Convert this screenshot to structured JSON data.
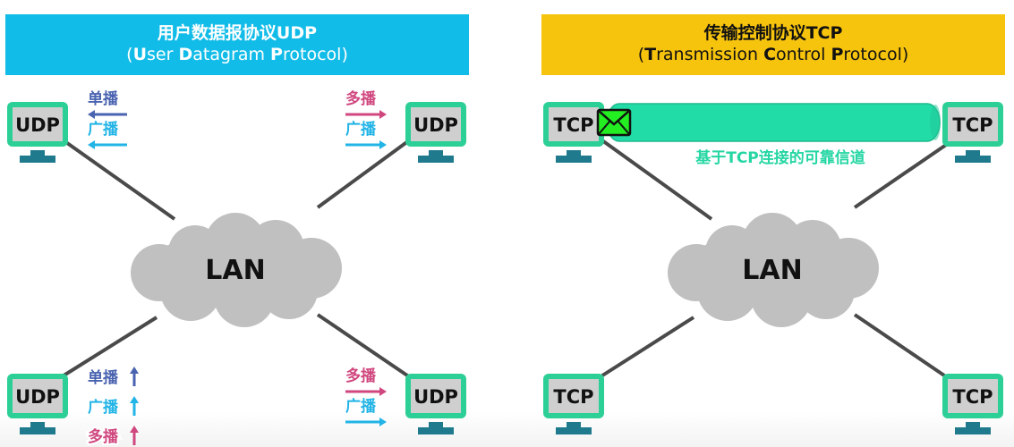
{
  "udp_panel": {
    "title_zh": "用户数据报协议UDP",
    "title_en_parts": [
      {
        "bold": "U",
        "rest": "ser "
      },
      {
        "bold": "D",
        "rest": "atagram "
      },
      {
        "bold": "P",
        "rest": "rotocol"
      }
    ],
    "cloud_label": "LAN",
    "hosts": {
      "top_left": {
        "label": "UDP",
        "casts": [
          {
            "text": "单播",
            "arrow": "left",
            "color": "#4a63b0"
          },
          {
            "text": "广播",
            "arrow": "left",
            "color": "#22b4e6"
          }
        ]
      },
      "top_right": {
        "label": "UDP",
        "casts": [
          {
            "text": "多播",
            "arrow": "right",
            "color": "#d0477f"
          },
          {
            "text": "广播",
            "arrow": "right",
            "color": "#22b4e6"
          }
        ]
      },
      "bottom_left": {
        "label": "UDP",
        "casts": [
          {
            "text": "单播",
            "arrow": "up",
            "color": "#4a63b0"
          },
          {
            "text": "广播",
            "arrow": "up",
            "color": "#22b4e6"
          },
          {
            "text": "多播",
            "arrow": "up",
            "color": "#d0477f"
          }
        ]
      },
      "bottom_right": {
        "label": "UDP",
        "casts": [
          {
            "text": "多播",
            "arrow": "right",
            "color": "#d0477f"
          },
          {
            "text": "广播",
            "arrow": "right",
            "color": "#22b4e6"
          }
        ]
      }
    }
  },
  "tcp_panel": {
    "title_zh": "传输控制协议TCP",
    "title_en_parts": [
      {
        "bold": "T",
        "rest": "ransmission "
      },
      {
        "bold": "C",
        "rest": "ontrol "
      },
      {
        "bold": "P",
        "rest": "rotocol"
      }
    ],
    "cloud_label": "LAN",
    "channel_label": "基于TCP连接的可靠信道",
    "hosts": {
      "top_left": {
        "label": "TCP"
      },
      "top_right": {
        "label": "TCP"
      },
      "bottom_left": {
        "label": "TCP"
      },
      "bottom_right": {
        "label": "TCP"
      }
    }
  },
  "colors": {
    "udp_header": "#12bce8",
    "tcp_header": "#f6c30d",
    "monitor_frame": "#2ccf95",
    "monitor_screen": "#cfcfcf",
    "monitor_stand": "#1e7a8c",
    "cloud": "#c0c0c0",
    "link": "#4a4a4a",
    "channel": "#22dca8",
    "envelope": "#22ee22"
  }
}
